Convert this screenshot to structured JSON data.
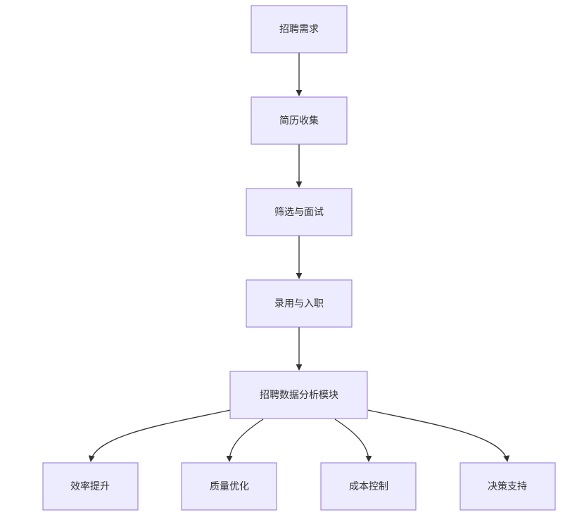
{
  "diagram": {
    "nodes": {
      "demand": "招聘需求",
      "resume": "简历收集",
      "screening": "筛选与面试",
      "hiring": "录用与入职",
      "analysis": "招聘数据分析模块",
      "efficiency": "效率提升",
      "quality": "质量优化",
      "cost": "成本控制",
      "decision": "决策支持"
    },
    "edges": [
      [
        "demand",
        "resume"
      ],
      [
        "resume",
        "screening"
      ],
      [
        "screening",
        "hiring"
      ],
      [
        "hiring",
        "analysis"
      ],
      [
        "analysis",
        "efficiency"
      ],
      [
        "analysis",
        "quality"
      ],
      [
        "analysis",
        "cost"
      ],
      [
        "analysis",
        "decision"
      ]
    ],
    "colors": {
      "node_fill": "#ececfe",
      "node_stroke": "#9370db",
      "edge": "#333333",
      "text": "#333333"
    }
  }
}
